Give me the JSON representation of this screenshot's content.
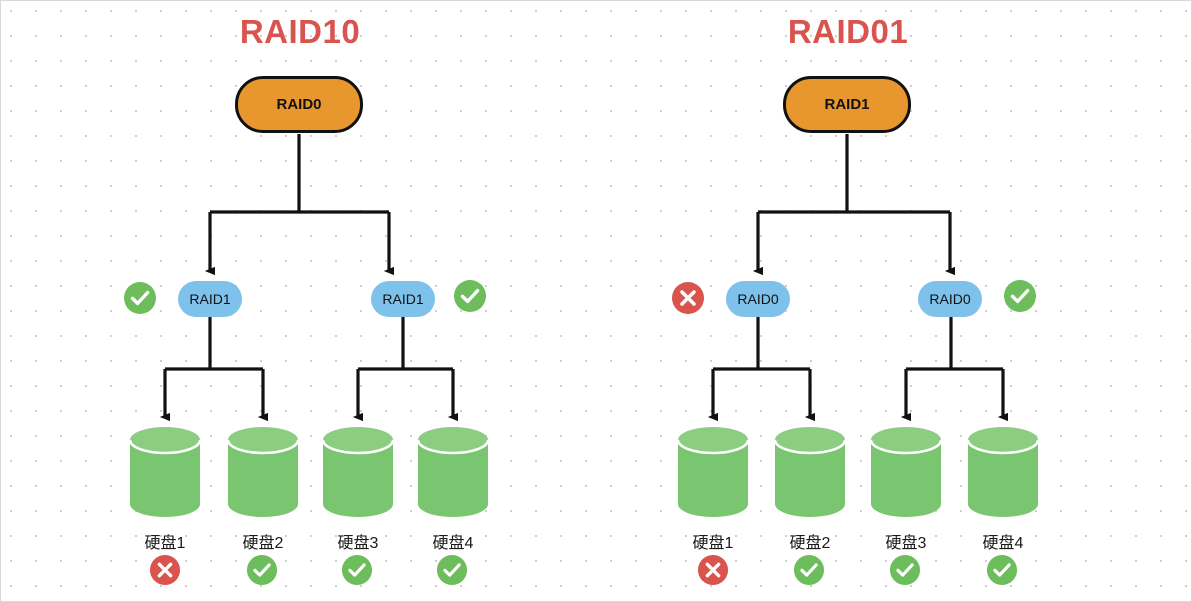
{
  "diagram": {
    "background": "#ffffff",
    "dot_color": "#c9c9cf",
    "colors": {
      "title": "#d9534f",
      "root_node_fill": "#e8972e",
      "root_node_stroke": "#111111",
      "mid_node_fill": "#7ec2ec",
      "disk_fill": "#7ac56f",
      "disk_top": "#8ccd81",
      "ok_green": "#6ebd5c",
      "fail_red": "#d9544d",
      "edge": "#111111"
    },
    "panels": [
      {
        "id": "raid10",
        "title": "RAID10",
        "root": {
          "label": "RAID0",
          "name": "root-node-raid0"
        },
        "mid": [
          {
            "label": "RAID1",
            "status": "ok",
            "status_side": "left"
          },
          {
            "label": "RAID1",
            "status": "ok",
            "status_side": "right"
          }
        ],
        "disks": [
          {
            "label": "硬盘1",
            "status": "fail"
          },
          {
            "label": "硬盘2",
            "status": "ok"
          },
          {
            "label": "硬盘3",
            "status": "ok"
          },
          {
            "label": "硬盘4",
            "status": "ok"
          }
        ]
      },
      {
        "id": "raid01",
        "title": "RAID01",
        "root": {
          "label": "RAID1",
          "name": "root-node-raid1"
        },
        "mid": [
          {
            "label": "RAID0",
            "status": "fail",
            "status_side": "left"
          },
          {
            "label": "RAID0",
            "status": "ok",
            "status_side": "right"
          }
        ],
        "disks": [
          {
            "label": "硬盘1",
            "status": "fail"
          },
          {
            "label": "硬盘2",
            "status": "ok"
          },
          {
            "label": "硬盘3",
            "status": "ok"
          },
          {
            "label": "硬盘4",
            "status": "ok"
          }
        ]
      }
    ],
    "icons": {
      "ok": "check-circle-icon",
      "fail": "x-circle-icon",
      "disk": "cylinder-disk-icon",
      "arrow": "arrow-down-icon"
    }
  }
}
